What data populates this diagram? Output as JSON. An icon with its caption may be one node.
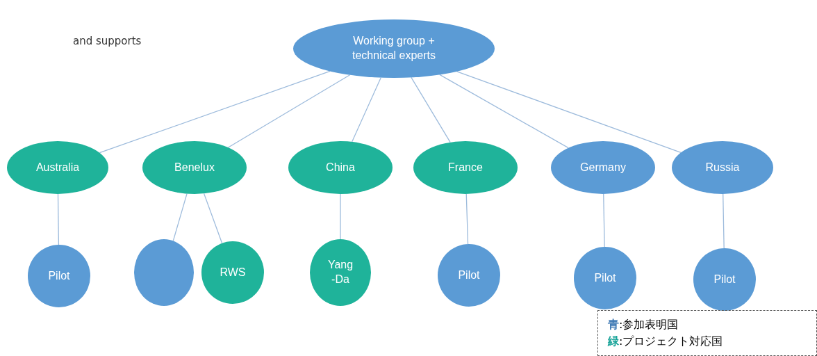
{
  "diagram": {
    "nodes": [
      {
        "text": [
          "Working group + technical experts"
        ]
      },
      {
        "text": [
          "Australia"
        ]
      },
      {
        "text": [
          "Benelux"
        ]
      },
      {
        "text": [
          "China"
        ]
      },
      {
        "text": [
          "France"
        ]
      },
      {
        "text": [
          "Germany"
        ]
      },
      {
        "text": [
          "Russia"
        ]
      },
      {
        "text": [
          "Pilot"
        ]
      },
      {
        "text": [],
        "shape": "circle"
      },
      {
        "text": [
          "RWS"
        ]
      },
      {
        "text": [
          "Yang -Da"
        ]
      },
      {
        "text": [
          "Pilot"
        ]
      },
      {
        "text": [
          "Pilot"
        ]
      },
      {
        "text": [
          "Pilot"
        ]
      }
    ],
    "edges": [
      {
        "from": 0,
        "to": 1,
        "arrow": "none"
      },
      {
        "from": 0,
        "to": 2,
        "arrow": "none"
      },
      {
        "from": 0,
        "to": 3,
        "arrow": "none"
      },
      {
        "from": 0,
        "to": 4,
        "arrow": "none"
      },
      {
        "from": 0,
        "to": 5,
        "arrow": "none"
      },
      {
        "from": 0,
        "to": 6,
        "arrow": "none"
      },
      {
        "from": 1,
        "to": 7,
        "arrow": "none"
      },
      {
        "from": 2,
        "to": 8,
        "arrow": "none"
      },
      {
        "from": 2,
        "to": 9,
        "arrow": "none"
      },
      {
        "from": 3,
        "to": 10,
        "arrow": "none"
      },
      {
        "from": 4,
        "to": 11,
        "arrow": "none"
      },
      {
        "from": 5,
        "to": 12,
        "arrow": "none"
      },
      {
        "from": 6,
        "to": 13,
        "arrow": "none"
      }
    ],
    "labels": [
      "and supports"
    ],
    "legend": [
      {
        "text": "青:参加表明国",
        "color": "#3d78b4"
      },
      {
        "text": "緑:プロジェクト対応国",
        "color": "#17a398"
      }
    ]
  }
}
